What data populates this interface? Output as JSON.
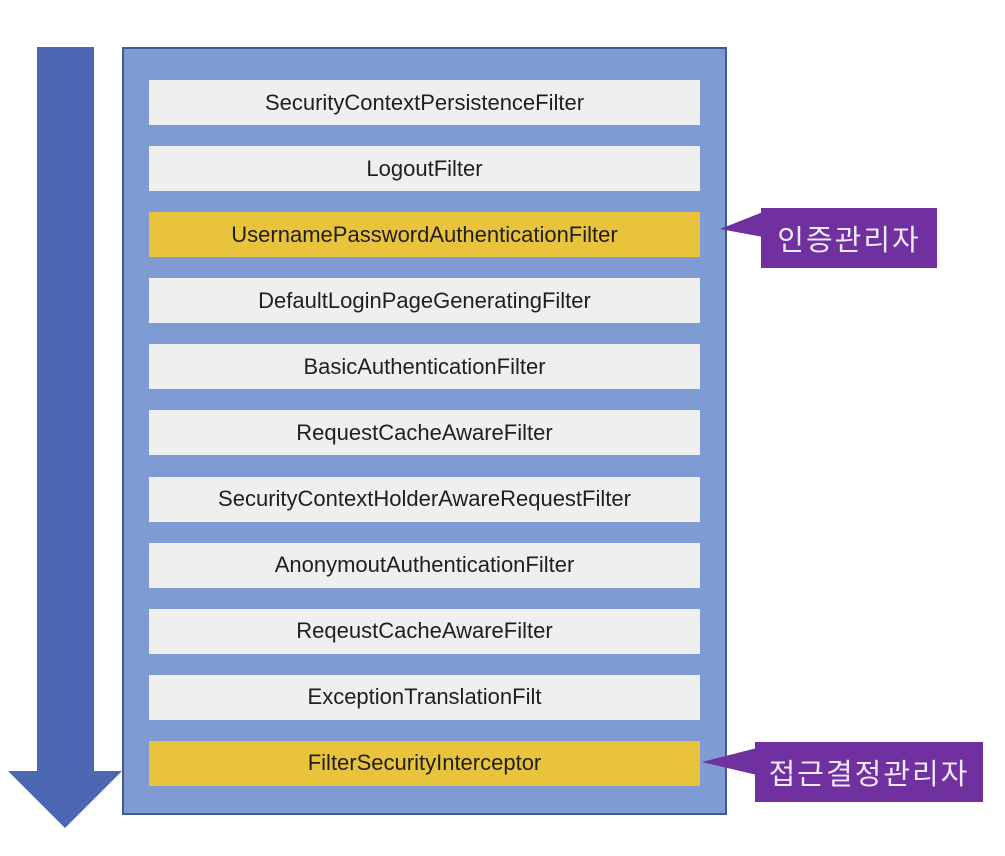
{
  "diagram": {
    "type": "flow-diagram",
    "direction": "top-to-bottom",
    "filter_chain": {
      "items": [
        {
          "label": "SecurityContextPersistenceFilter",
          "highlighted": false
        },
        {
          "label": "LogoutFilter",
          "highlighted": false
        },
        {
          "label": "UsernamePasswordAuthenticationFilter",
          "highlighted": true
        },
        {
          "label": "DefaultLoginPageGeneratingFilter",
          "highlighted": false
        },
        {
          "label": "BasicAuthenticationFilter",
          "highlighted": false
        },
        {
          "label": "RequestCacheAwareFilter",
          "highlighted": false
        },
        {
          "label": "SecurityContextHolderAwareRequestFilter",
          "highlighted": false
        },
        {
          "label": "AnonymoutAuthenticationFilter",
          "highlighted": false
        },
        {
          "label": "ReqeustCacheAwareFilter",
          "highlighted": false
        },
        {
          "label": "ExceptionTranslationFilt",
          "highlighted": false
        },
        {
          "label": "FilterSecurityInterceptor",
          "highlighted": true
        }
      ]
    },
    "callouts": [
      {
        "label": "인증관리자",
        "points_to": "UsernamePasswordAuthenticationFilter"
      },
      {
        "label": "접근결정관리자",
        "points_to": "FilterSecurityInterceptor"
      }
    ],
    "colors": {
      "container_fill": "#7E9BD3",
      "container_border": "#46598C",
      "row_fill": "#EFEFEF",
      "row_text": "#1F1F1F",
      "highlight_fill": "#E9C33C",
      "arrow_fill": "#4C68B2",
      "callout_fill": "#7030A0",
      "callout_text": "#EFE8F8"
    }
  }
}
